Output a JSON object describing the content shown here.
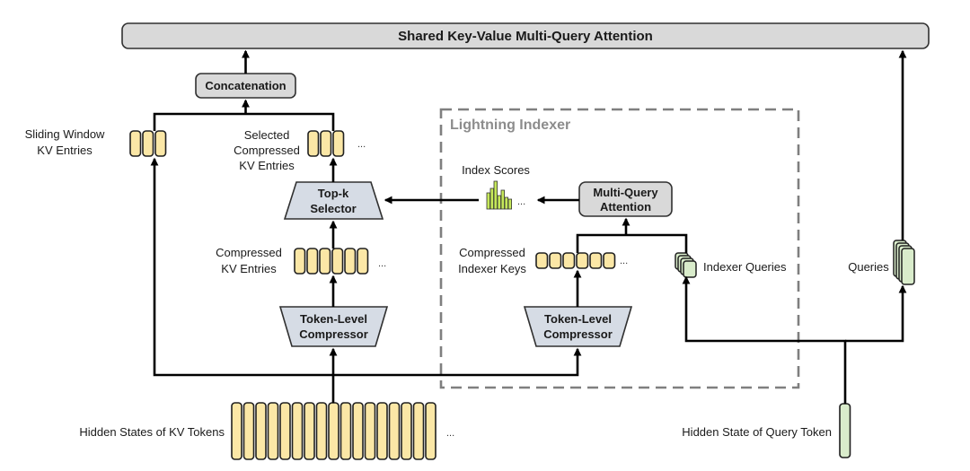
{
  "header": {
    "title": "Shared Key-Value Multi-Query Attention"
  },
  "blocks": {
    "concatenation": "Concatenation",
    "top_k_selector": [
      "Top-k",
      "Selector"
    ],
    "multi_query_attention": [
      "Multi-Query",
      "Attention"
    ],
    "compressor_left": [
      "Token-Level",
      "Compressor"
    ],
    "compressor_right": [
      "Token-Level",
      "Compressor"
    ]
  },
  "region": {
    "title": "Lightning Indexer"
  },
  "labels": {
    "sliding_window": [
      "Sliding Window",
      "KV Entries"
    ],
    "selected_compressed": [
      "Selected",
      "Compressed",
      "KV Entries"
    ],
    "compressed_kv": [
      "Compressed",
      "KV Entries"
    ],
    "index_scores": "Index Scores",
    "compressed_indexer_keys": [
      "Compressed",
      "Indexer Keys"
    ],
    "indexer_queries": "Indexer Queries",
    "queries": "Queries",
    "hidden_kv": "Hidden States of KV Tokens",
    "hidden_query": "Hidden State of Query Token",
    "ellipsis": "..."
  },
  "colors": {
    "kv_fill": "#fbe7a6",
    "query_fill": "#d9eccb",
    "block_fill": "#d9d9d9",
    "block_stroke": "#303030",
    "region_stroke": "#7f7f7f",
    "region_title": "#8c8c8c",
    "score_bar": "#c6e85a",
    "edge": "#000000"
  },
  "icons": {
    "arrowhead": "arrowhead-icon",
    "score_bars": "bar-chart-icon"
  }
}
